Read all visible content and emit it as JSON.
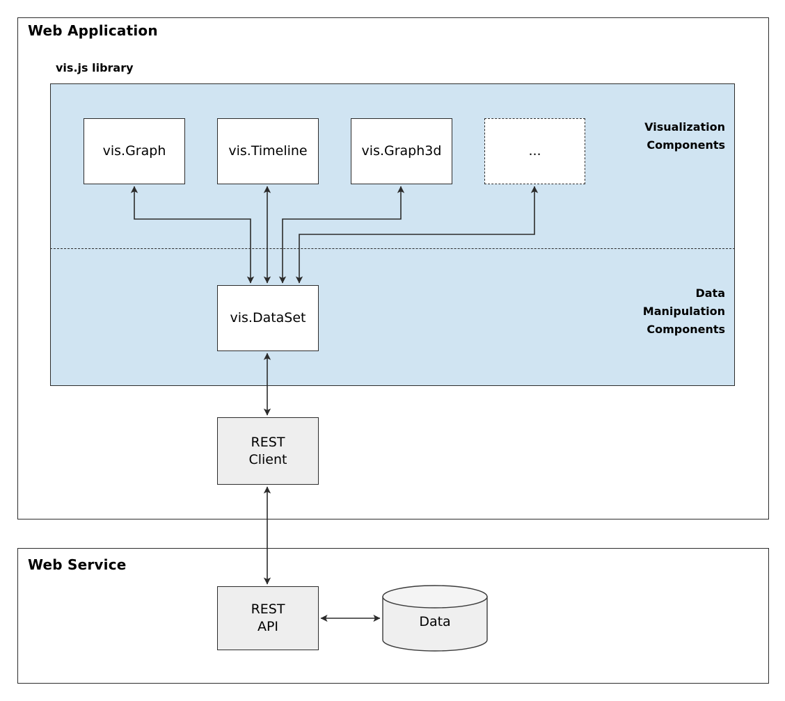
{
  "containers": {
    "web_application": {
      "title": "Web Application"
    },
    "web_service": {
      "title": "Web Service"
    }
  },
  "library": {
    "title": "vis.js library",
    "panel_color": "#d0e4f2",
    "layers": [
      {
        "id": "visualization",
        "label": "Visualization\nComponents",
        "label_line1": "Visualization",
        "label_line2": "Components"
      },
      {
        "id": "data-manipulation",
        "label_line1": "Data",
        "label_line2": "Manipulation",
        "label_line3": "Components"
      }
    ]
  },
  "nodes": {
    "graph": {
      "label": "vis.Graph",
      "style": "solid",
      "fill": "#ffffff"
    },
    "timeline": {
      "label": "vis.Timeline",
      "style": "solid",
      "fill": "#ffffff"
    },
    "graph3d": {
      "label": "vis.Graph3d",
      "style": "solid",
      "fill": "#ffffff"
    },
    "more": {
      "label": "...",
      "style": "dashed",
      "fill": "#ffffff"
    },
    "dataset": {
      "label": "vis.DataSet",
      "style": "solid",
      "fill": "#ffffff"
    },
    "rest_client": {
      "label_line1": "REST",
      "label_line2": "Client",
      "style": "solid",
      "fill": "#eeeeee"
    },
    "rest_api": {
      "label_line1": "REST",
      "label_line2": "API",
      "style": "solid",
      "fill": "#eeeeee"
    },
    "database": {
      "label": "Data",
      "shape": "cylinder",
      "fill": "#efefef"
    }
  },
  "colors": {
    "stroke": "#2b2b2b",
    "panel": "#d0e4f2",
    "box_fill": "#ffffff",
    "gray_fill": "#eeeeee",
    "page": "#ffffff"
  },
  "connections": [
    {
      "from": "graph",
      "to": "dataset",
      "arrows": "both"
    },
    {
      "from": "timeline",
      "to": "dataset",
      "arrows": "both"
    },
    {
      "from": "graph3d",
      "to": "dataset",
      "arrows": "both"
    },
    {
      "from": "more",
      "to": "dataset",
      "arrows": "both"
    },
    {
      "from": "dataset",
      "to": "rest_client",
      "arrows": "both"
    },
    {
      "from": "rest_client",
      "to": "rest_api",
      "arrows": "both"
    },
    {
      "from": "rest_api",
      "to": "database",
      "arrows": "both"
    }
  ]
}
